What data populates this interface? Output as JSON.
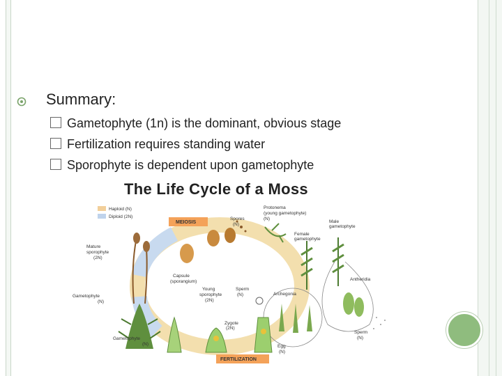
{
  "slide": {
    "summary_label": "Summary:",
    "bullets": [
      "Gametophyte (1n) is the dominant, obvious stage",
      "Fertilization requires standing water",
      "Sporophyte is dependent upon gametophyte"
    ]
  },
  "diagram": {
    "title": "The Life Cycle of a Moss",
    "legend": {
      "haploid": "Haploid (N)",
      "diploid": "Diploid (2N)"
    },
    "meiosis": "MEIOSIS",
    "fertilization": "FERTILIZATION",
    "labels": {
      "spores": "Spores",
      "spores_n": "(N)",
      "protonema_1": "Protonema",
      "protonema_2": "(young gametophyte)",
      "protonema_3": "(N)",
      "male_1": "Male",
      "male_2": "gametophyte",
      "female_1": "Female",
      "female_2": "gametophyte",
      "mature_1": "Mature",
      "mature_2": "sporophyte",
      "mature_3": "(2N)",
      "capsule_1": "Capsule",
      "capsule_2": "(sporangium)",
      "antheridia": "Antheridia",
      "sperm_1": "Sperm",
      "sperm_2": "(N)",
      "archegonia": "Archegonia",
      "gametophyte_1": "Gametophyte",
      "gametophyte_2": "(N)",
      "young_1": "Young",
      "young_2": "sporophyte",
      "young_3": "(2N)",
      "zygote_1": "Zygote",
      "zygote_2": "(2N)",
      "sperm_b1": "Sperm",
      "sperm_b2": "(N)",
      "egg_1": "Egg",
      "egg_2": "(N)",
      "gametophore_1": "Gametophyte",
      "gametophore_2": "(N)"
    }
  },
  "colors": {
    "accent": "#8fbc7e",
    "haploid": "#f2cf9a",
    "diploid": "#bfd3ec",
    "banner": "#f4a259"
  }
}
